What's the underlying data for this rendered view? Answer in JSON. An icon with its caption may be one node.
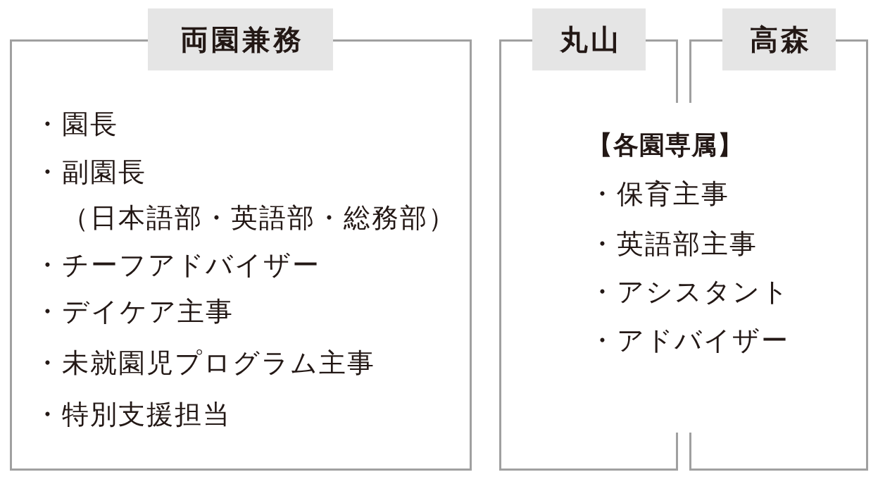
{
  "diagram": {
    "nodes": [
      {
        "text": [
          "両園兼務",
          "・園長",
          "・副園長",
          "（日本語部・英語部・総務部）",
          "・チーフアドバイザー",
          "・デイケア主事",
          "・未就園児プログラム主事",
          "・特別支援担当"
        ]
      },
      {
        "text": [
          "丸山"
        ]
      },
      {
        "text": [
          "高森"
        ]
      }
    ],
    "labels": [
      "【各園専属】",
      "・保育主事",
      "・英語部主事",
      "・アシスタント",
      "・アドバイザー"
    ]
  }
}
